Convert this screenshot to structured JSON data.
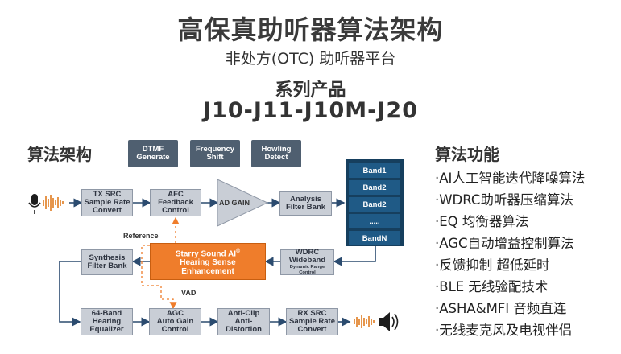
{
  "header": {
    "title": "高保真助听器算法架构",
    "subtitle": "非处方(OTC) 助听器平台",
    "series_label": "系列产品",
    "models": "J10-J11-J10M-J20"
  },
  "left_section_title": "算法架构",
  "right_section_title": "算法功能",
  "top_blocks": [
    "DTMF\nGenerate",
    "Frequency\nShift",
    "Howling\nDetect"
  ],
  "blocks": {
    "tx_src": "TX SRC\nSample Rate\nConvert",
    "afc": "AFC\nFeedback\nControl",
    "ad_gain": "AD GAIN",
    "analysis": "Analysis\nFilter Bank",
    "synthesis": "Synthesis\nFilter Bank",
    "wdrc_title": "WDRC\nWideband",
    "wdrc_sub": "Dynamic Range Control",
    "hse_line1": "Starry Sound AI",
    "hse_sup": "®",
    "hse_line2": "Hearing Sense\nEnhancement",
    "band64": "64-Band\nHearing\nEqualizer",
    "agc": "AGC\nAuto Gain\nControl",
    "anticlip": "Anti-Clip\nAnti-\nDistortion",
    "rx_src": "RX SRC\nSample Rate\nConvert"
  },
  "bands": [
    "Band1",
    "Band2",
    "Band2",
    ".....",
    "BandN"
  ],
  "labels": {
    "reference": "Reference",
    "vad": "VAD"
  },
  "features": [
    "·AI人工智能迭代降噪算法",
    "·WDRC助听器压缩算法",
    "·EQ 均衡器算法",
    "·AGC自动增益控制算法",
    "·反馈抑制 超低延时",
    "·BLE 无线验配技术",
    "·ASHA&MFI 音频直连",
    "·无线麦克风及电视伴侣"
  ],
  "colors": {
    "block": "#c9ced6",
    "top_block": "#4f5f70",
    "band_dark": "#163f5e",
    "band": "#1f5a86",
    "accent": "#ef7d2b",
    "arrow": "#2b4b6f"
  },
  "icons": [
    "microphone-icon",
    "speaker-icon",
    "waveform-icon"
  ]
}
